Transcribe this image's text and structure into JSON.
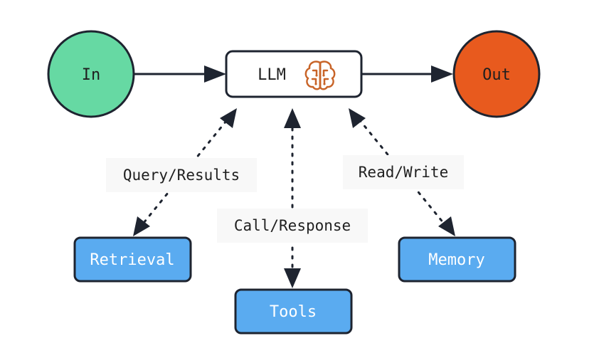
{
  "nodes": {
    "in": {
      "label": "In",
      "color": "#66d9a3"
    },
    "llm": {
      "label": "LLM",
      "icon": "brain-icon",
      "icon_color": "#c86428"
    },
    "out": {
      "label": "Out",
      "color": "#e85a1e"
    },
    "retrieval": {
      "label": "Retrieval",
      "color": "#5aabf0"
    },
    "tools": {
      "label": "Tools",
      "color": "#5aabf0"
    },
    "memory": {
      "label": "Memory",
      "color": "#5aabf0"
    }
  },
  "edges": {
    "query_results": {
      "label": "Query/Results"
    },
    "call_response": {
      "label": "Call/Response"
    },
    "read_write": {
      "label": "Read/Write"
    }
  }
}
